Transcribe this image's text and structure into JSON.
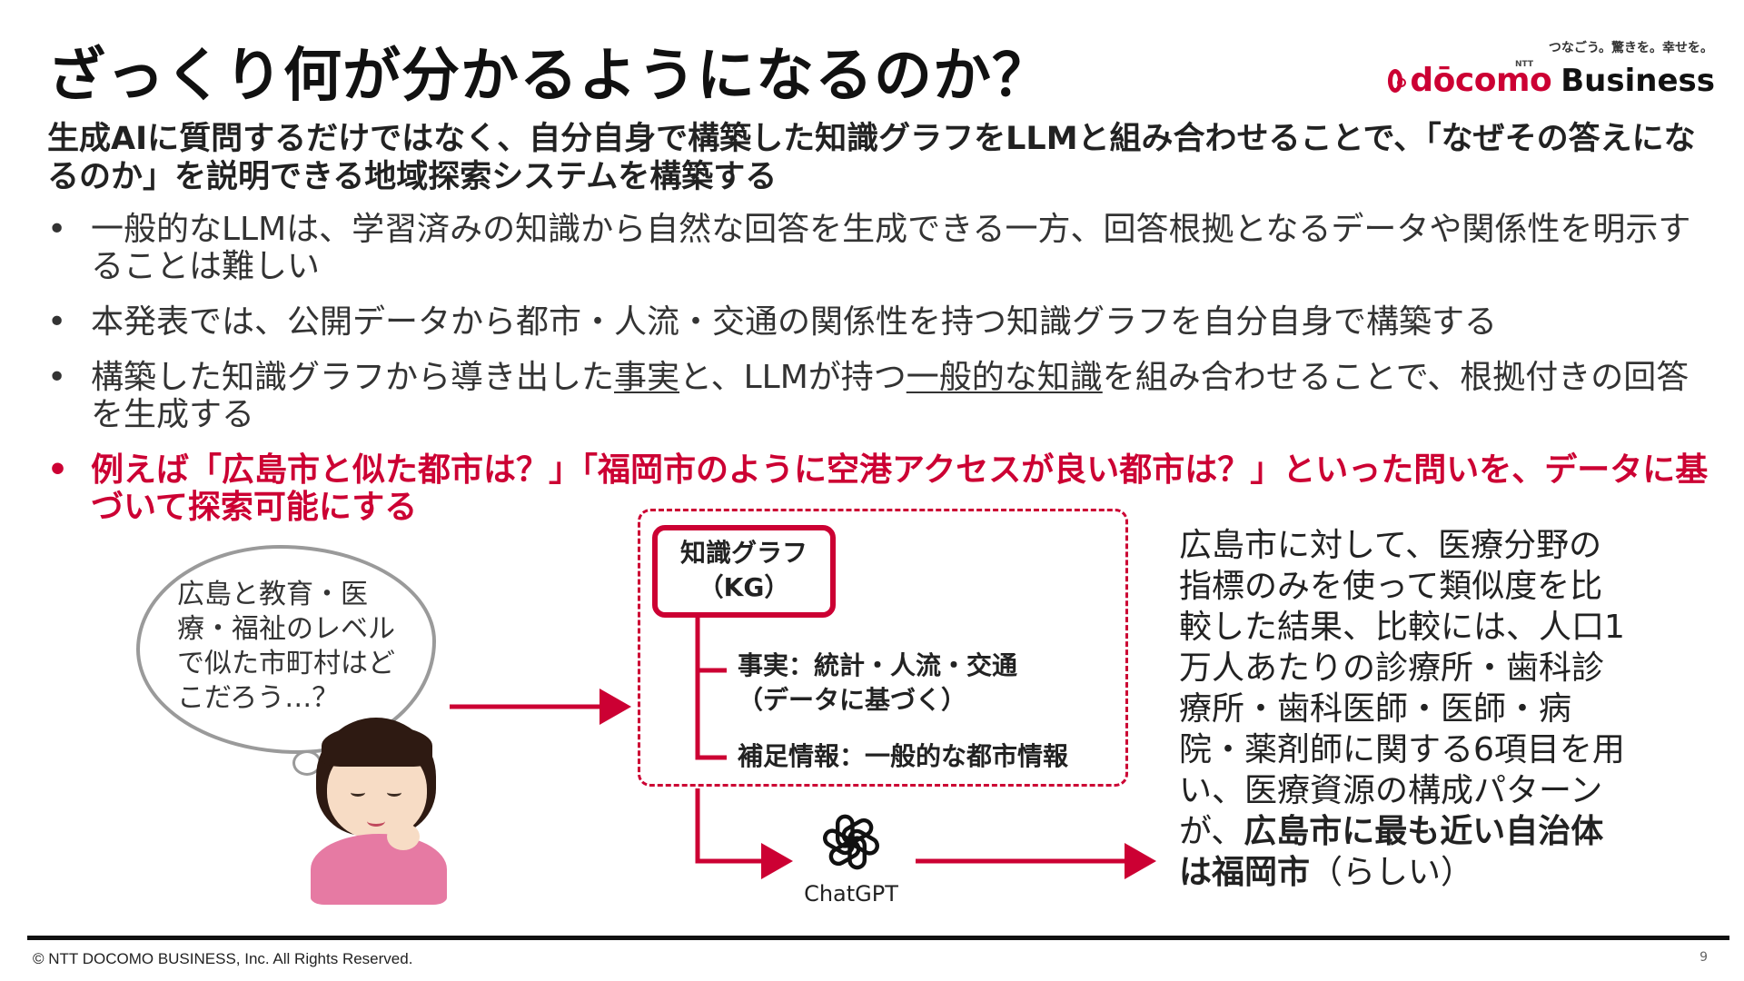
{
  "title": "ざっくり何が分かるようになるのか？",
  "brand": {
    "tagline": "つなごう。驚きを。幸せを。",
    "ntt": "NTT",
    "docomo": "dōcomo",
    "business": "Business"
  },
  "lead": "生成AIに質問するだけではなく、自分自身で構築した知識グラフをLLMと組み合わせることで、「なぜその答えになるのか」を説明できる地域探索システムを構築する",
  "bullets": {
    "b1": "一般的なLLMは、学習済みの知識から自然な回答を生成できる一方、回答根拠となるデータや関係性を明示することは難しい",
    "b2": "本発表では、公開データから都市・人流・交通の関係性を持つ知識グラフを自分自身で構築する",
    "b3_pre": "構築した知識グラフから導き出した",
    "b3_u1": "事実",
    "b3_mid": "と、LLMが持つ",
    "b3_u2": "一般的な知識",
    "b3_post": "を組み合わせることで、根拠付きの回答を生成する",
    "b4": "例えば「広島市と似た都市は？」「福岡市のように空港アクセスが良い都市は？」といった問いを、データに基づいて探索可能にする",
    "bullet_glyph": "•"
  },
  "thought": "広島と教育・医療・福祉のレベルで似た市町村はどこだろう…？",
  "kg": {
    "box_line1": "知識グラフ",
    "box_line2": "（KG）",
    "fact_line1": "事実：統計・人流・交通",
    "fact_line2": "（データに基づく）",
    "supplement": "補足情報：一般的な都市情報"
  },
  "chatgpt_label": "ChatGPT",
  "explain": {
    "pre": "広島市に対して、医療分野の指標のみを使って類似度を比較した結果、比較には、人口1万人あたりの診療所・歯科診療所・歯科医師・医師・病院・薬剤師に関する6項目を用い、医療資源の構成パターンが、",
    "bold": "広島市に最も近い自治体は福岡市",
    "post": "（らしい）"
  },
  "footer": {
    "copyright": "© NTT DOCOMO BUSINESS, Inc. All Rights Reserved.",
    "page": "9"
  },
  "colors": {
    "accent": "#cc0033",
    "text": "#222222"
  }
}
